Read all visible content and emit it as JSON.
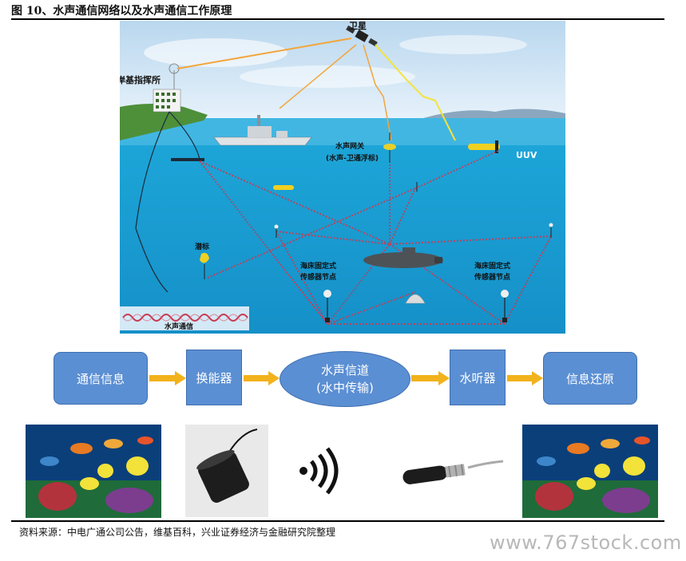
{
  "figure": {
    "title": "图 10、水声通信网络以及水声通信工作原理"
  },
  "illustration": {
    "satellite": "卫星",
    "shore_station": "岸基指挥所",
    "gateway": "水声网关",
    "gateway_sub": "(水声-卫通浮标)",
    "uuv": "UUV",
    "buoy": "潜标",
    "seabed_left_1": "海床固定式",
    "seabed_left_2": "传感器节点",
    "seabed_right_1": "海床固定式",
    "seabed_right_2": "传感器节点",
    "acoustic_comm": "水声通信"
  },
  "flow": {
    "step1": "通信信息",
    "step2": "换能器",
    "step3_line1": "水声信道",
    "step3_line2": "(水中传输)",
    "step4": "水听器",
    "step5": "信息还原"
  },
  "colors": {
    "box": "#5b8fd3",
    "arrow": "#f2b21b",
    "sea": "#1ba3d6",
    "link": "#c93a52"
  },
  "icons": {
    "photo1": "fish-reef-image",
    "photo2": "transducer-image",
    "photo3": "wireless-signal-icon",
    "photo4": "hydrophone-image",
    "photo5": "fish-reef-image"
  },
  "source": "资料来源：中电广通公司公告，维基百科，兴业证券经济与金融研究院整理",
  "watermark": "www.767stock.com"
}
